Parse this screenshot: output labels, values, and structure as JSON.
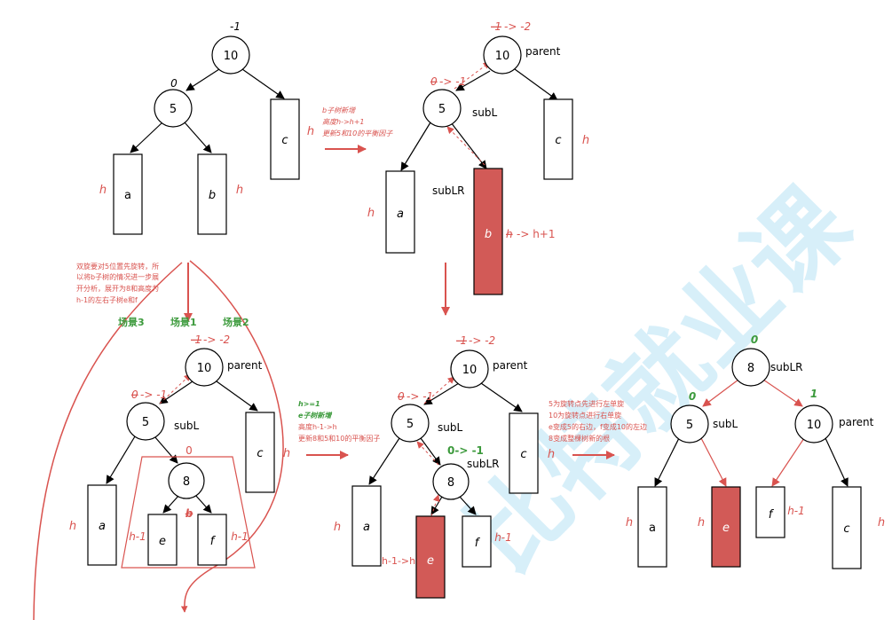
{
  "watermark_text": "比特就业课",
  "colors": {
    "red": "#d9534f",
    "red_fill": "#d25a57",
    "green": "#3c9a3c",
    "black": "#000000"
  },
  "step1": {
    "root": "10",
    "root_bf": "-1",
    "left": "5",
    "left_bf": "0",
    "box_a": "a",
    "box_b": "b",
    "box_c": "c",
    "h": "h"
  },
  "step2": {
    "root": "10",
    "root_bf_old": "-1",
    "root_bf_arrow": "-> -2",
    "parent_label": "parent",
    "left": "5",
    "left_bf_old": "0",
    "left_bf_arrow": "-> -1",
    "subL_label": "subL",
    "subLR_label": "subLR",
    "box_a": "a",
    "box_b": "b",
    "box_c": "c",
    "h": "h",
    "b_h_old": "h",
    "b_h_new": "-> h+1"
  },
  "note_b_insert": {
    "line1": "b子树新增",
    "line2": "高度h->h+1",
    "line3": "更新5和10的平衡因子"
  },
  "note_double_rotation": {
    "line1": "双旋要对5位置先旋转，所",
    "line2": "以将b子树的情况进一步展",
    "line3": "开分析，展开为8和高度为",
    "line4": "h-1的左右子树e和f"
  },
  "scenarios": {
    "s3": "场景3",
    "s1": "场景1",
    "s2": "场景2"
  },
  "step3": {
    "root": "10",
    "root_bf_old": "-1",
    "root_bf_arrow": "-> -2",
    "parent_label": "parent",
    "left": "5",
    "left_bf_old": "0",
    "left_bf_arrow": "-> -1",
    "subL_label": "subL",
    "mid": "8",
    "mid_bf": "0",
    "b_label": "b",
    "box_a": "a",
    "box_e": "e",
    "box_f": "f",
    "box_c": "c",
    "h": "h",
    "h1": "h-1"
  },
  "note_e_insert": {
    "line1": "h>=1",
    "line2": "e子树新增",
    "line3": "高度h-1->h",
    "line4": "更新8和5和10的平衡因子"
  },
  "step4": {
    "root": "10",
    "root_bf_old": "-1",
    "root_bf_arrow": "-> -2",
    "parent_label": "parent",
    "left": "5",
    "left_bf_old": "0",
    "left_bf_arrow": "-> -1",
    "subL_label": "subL",
    "mid": "8",
    "mid_bf": "0-> -1",
    "subLR_label": "subLR",
    "box_a": "a",
    "box_e": "e",
    "box_f": "f",
    "box_c": "c",
    "h": "h",
    "h1": "h-1",
    "e_h_change": "h-1->h"
  },
  "note_rotate": {
    "line1": "5为旋转点先进行左单旋",
    "line2": "10为旋转点进行右单旋",
    "line3": "e变成5的右边，f变成10的左边",
    "line4": "8变成整棵树新的根"
  },
  "step5": {
    "root": "8",
    "root_bf": "0",
    "subLR_label": "subLR",
    "left": "5",
    "left_bf": "0",
    "subL_label": "subL",
    "right": "10",
    "right_bf": "1",
    "parent_label": "parent",
    "box_a": "a",
    "box_e": "e",
    "box_f": "f",
    "box_c": "c",
    "h": "h",
    "h1": "h-1"
  }
}
